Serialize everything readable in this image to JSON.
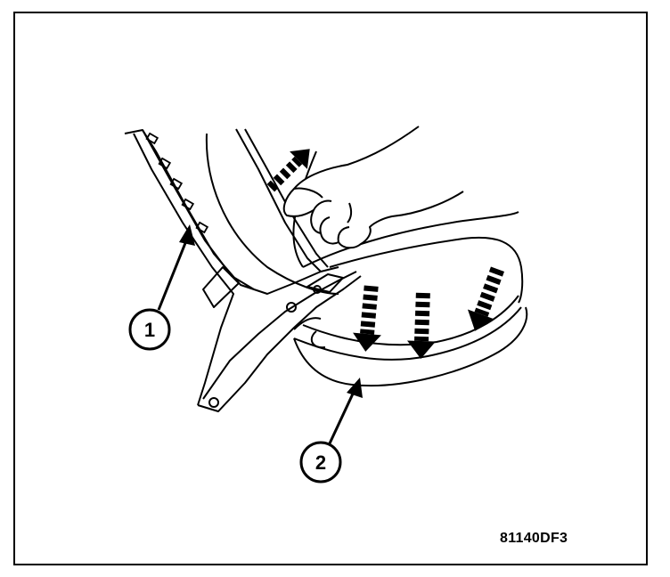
{
  "figure": {
    "id": "81140DF3",
    "callouts": [
      {
        "number": "1"
      },
      {
        "number": "2"
      }
    ]
  },
  "colors": {
    "line": "#000000",
    "background": "#ffffff"
  }
}
